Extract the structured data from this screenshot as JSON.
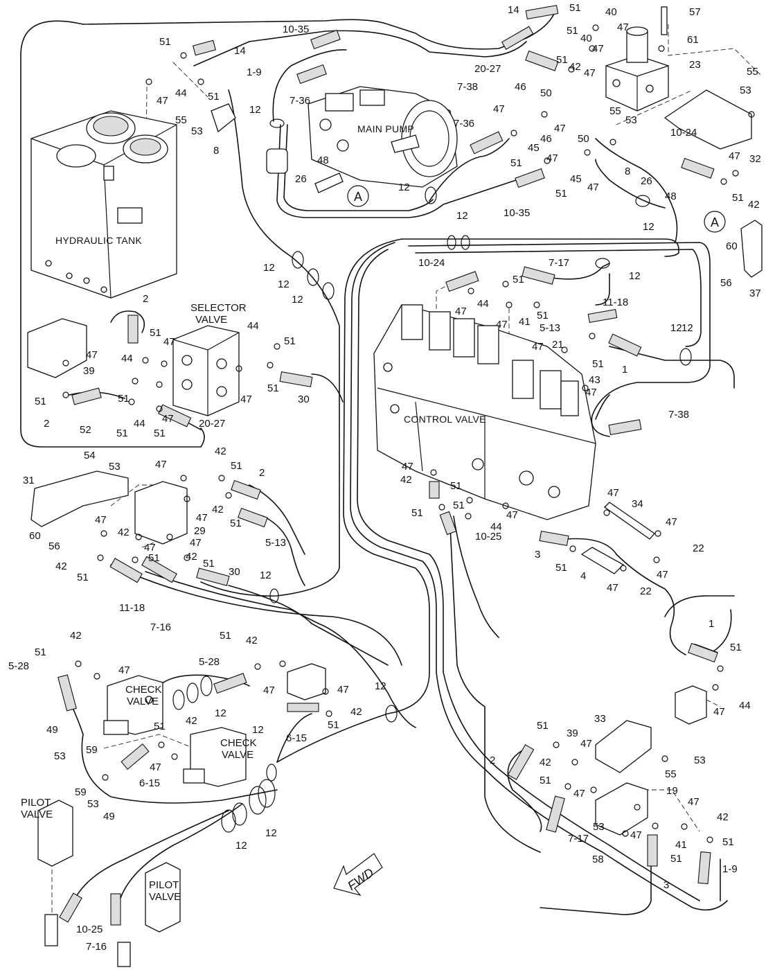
{
  "components": {
    "hydraulic_tank": "HYDRAULIC TANK",
    "main_pump": "MAIN PUMP",
    "selector_valve": [
      "SELECTOR",
      "VALVE"
    ],
    "control_valve": "CONTROL VALVE",
    "check_valve_1": [
      "CHECK",
      "VALVE"
    ],
    "check_valve_2": [
      "CHECK",
      "VALVE"
    ],
    "pilot_valve_1": [
      "PILOT",
      "VALVE"
    ],
    "pilot_valve_2": [
      "PILOT",
      "VALVE"
    ]
  },
  "direction": "FWD",
  "ref_marker": "A",
  "callouts": {
    "r1": "14",
    "r2": "51",
    "r3": "40",
    "r4": "47",
    "r5": "57",
    "r6": "61",
    "r7": "23",
    "r8": "51",
    "r9": "40",
    "r10": "47",
    "r11": "51",
    "r12": "42",
    "r13": "47",
    "r14": "55",
    "r15": "53",
    "r16": "10-35",
    "r17": "20-27",
    "r18": "7-38",
    "r19": "51",
    "r20": "14",
    "r21": "1-9",
    "r22": "47",
    "r23": "44",
    "r24": "51",
    "r25": "55",
    "r26": "53",
    "r27": "8",
    "r28": "12",
    "r29": "7-36",
    "r30": "46",
    "r31": "50",
    "r32": "47",
    "r33": "7-36",
    "r34": "45",
    "r35": "51",
    "r36": "47",
    "r37": "46",
    "r38": "50",
    "r39": "55",
    "r40": "53",
    "r41": "10-24",
    "r42": "26",
    "r43": "48",
    "r44": "12",
    "r45": "51",
    "r46": "10-35",
    "r47": "47",
    "r48": "45",
    "r49": "47",
    "r50": "8",
    "r51": "26",
    "r52": "48",
    "r53": "47",
    "r54": "32",
    "r55": "51",
    "r56": "42",
    "r57": "12",
    "r58": "60",
    "r59": "56",
    "r60": "37",
    "r61": "12",
    "r62": "12",
    "r63": "12",
    "r64": "12",
    "r65": "10-24",
    "r66": "7-17",
    "r67": "12",
    "r68": "51",
    "r69": "47",
    "r70": "44",
    "r71": "51",
    "r72": "47",
    "r73": "41",
    "r74": "5-13",
    "r75": "11-18",
    "r76": "12",
    "r77": "47",
    "r78": "21",
    "r79": "51",
    "r80": "1",
    "r81": "43",
    "r82": "47",
    "r83": "7-38",
    "r84": "2",
    "r85": "51",
    "r86": "44",
    "r87": "47",
    "r88": "51",
    "r89": "44",
    "r90": "47",
    "r91": "39",
    "r92": "51",
    "r93": "30",
    "r94": "51",
    "r95": "2",
    "r96": "52",
    "r97": "51",
    "r98": "44",
    "r99": "47",
    "r100": "51",
    "r101": "51",
    "r102": "20-27",
    "r103": "54",
    "r104": "53",
    "r105": "31",
    "r106": "47",
    "r107": "42",
    "r108": "51",
    "r109": "2",
    "r110": "47",
    "r111": "42",
    "r112": "51",
    "r113": "29",
    "r114": "47",
    "r115": "5-13",
    "r116": "60",
    "r117": "56",
    "r118": "47",
    "r119": "42",
    "r120": "42",
    "r121": "51",
    "r122": "47",
    "r123": "51",
    "r124": "42",
    "r125": "51",
    "r126": "30",
    "r127": "12",
    "r128": "11-18",
    "r129": "7-16",
    "r130": "47",
    "r131": "42",
    "r132": "51",
    "r133": "51",
    "r134": "44",
    "r135": "47",
    "r136": "10-25",
    "r137": "3",
    "r138": "51",
    "r139": "4",
    "r140": "47",
    "r141": "22",
    "r142": "47",
    "r143": "22",
    "r144": "47",
    "r145": "34",
    "r146": "47",
    "r147": "42",
    "r148": "51",
    "r149": "5-28",
    "r150": "47",
    "r151": "49",
    "r152": "53",
    "r153": "59",
    "r154": "12",
    "r155": "5-28",
    "r156": "51",
    "r157": "42",
    "r158": "47",
    "r159": "47",
    "r160": "42",
    "r161": "51",
    "r162": "6-15",
    "r163": "12",
    "r164": "51",
    "r165": "42",
    "r166": "47",
    "r167": "6-15",
    "r168": "59",
    "r169": "53",
    "r170": "49",
    "r171": "12",
    "r172": "12",
    "r173": "12",
    "r174": "10-25",
    "r175": "7-16",
    "r176": "1",
    "r177": "51",
    "r178": "47",
    "r179": "44",
    "r180": "33",
    "r181": "51",
    "r182": "39",
    "r183": "47",
    "r184": "53",
    "r185": "2",
    "r186": "42",
    "r187": "55",
    "r188": "51",
    "r189": "47",
    "r190": "19",
    "r191": "47",
    "r192": "42",
    "r193": "7-17",
    "r194": "53",
    "r195": "47",
    "r196": "41",
    "r197": "51",
    "r198": "58",
    "r199": "51",
    "r200": "3",
    "r201": "1-9",
    "r202": "12"
  }
}
